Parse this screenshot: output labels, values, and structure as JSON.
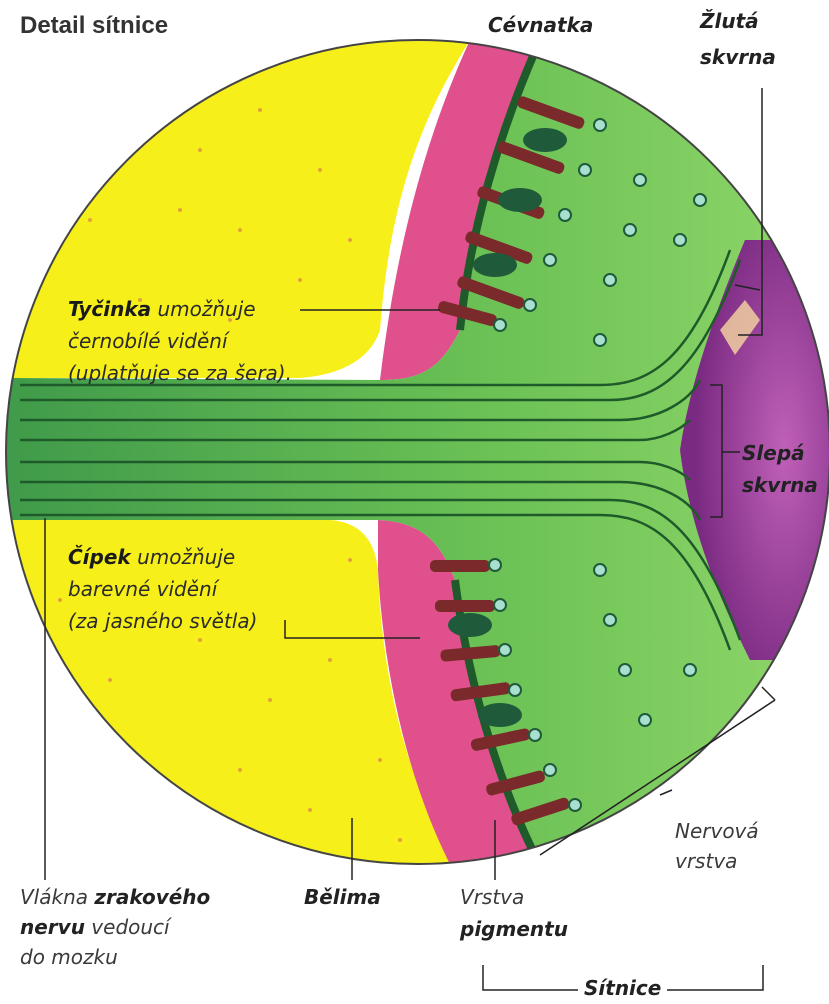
{
  "title": "Detail sítnice",
  "labels": {
    "cevnatka": "Cévnatka",
    "zluta_1": "Žlutá",
    "zluta_2": "skvrna",
    "slepa_1": "Slepá",
    "slepa_2": "skvrna",
    "tycinka_bold": "Tyčinka",
    "tycinka_1": " umožňuje",
    "tycinka_2": "černobílé vidění",
    "tycinka_3": "(uplatňuje se za šera).",
    "cipek_bold": "Čípek",
    "cipek_1": " umožňuje",
    "cipek_2": "barevné vidění",
    "cipek_3": "(za jasného světla)",
    "nervova_1": "Nervová",
    "nervova_2": "vrstva",
    "vlakna_1a": "Vlákna ",
    "vlakna_1b": "zrakového",
    "vlakna_2a": "nervu",
    "vlakna_2b": " vedoucí",
    "vlakna_3": "do mozku",
    "belima": "Bělima",
    "vrstva": "Vrstva",
    "pigmentu": "pigmentu",
    "sitnice": "Sítnice"
  },
  "colors": {
    "sclera": "#f7ef1a",
    "choroid": "#e0508c",
    "retina": "#6fbf4a",
    "retina_dark": "#2f7a3a",
    "blind_spot": "#9a3e9e",
    "pigment_cells": "#7a2a2a"
  }
}
